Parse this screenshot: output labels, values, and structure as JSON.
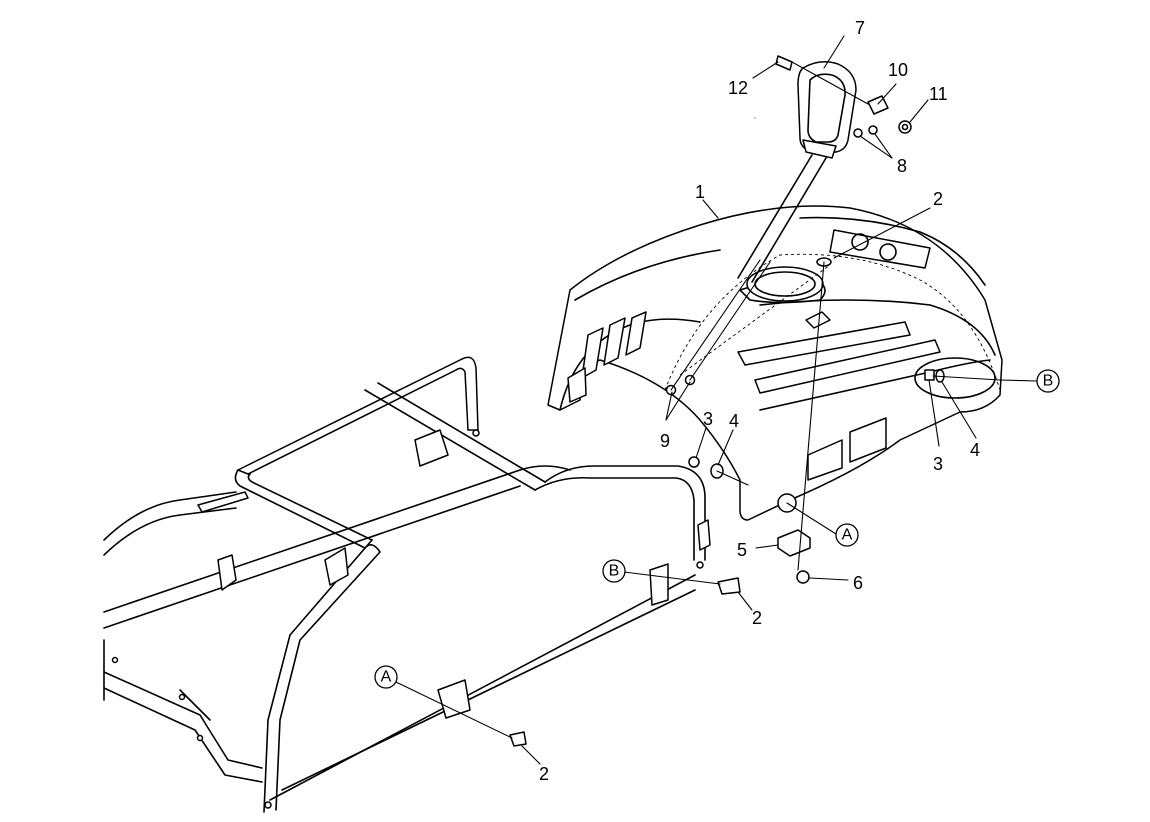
{
  "callouts": {
    "c1": "1",
    "c2_top": "2",
    "c2_b": "2",
    "c2_a": "2",
    "c3_left": "3",
    "c3_right": "3",
    "c4_left": "4",
    "c4_right": "4",
    "c5": "5",
    "c6": "6",
    "c7": "7",
    "c8": "8",
    "c9": "9",
    "c10": "10",
    "c11": "11",
    "c12": "12"
  },
  "reference_markers": {
    "a_right": "A",
    "a_left": "A",
    "b_right": "B",
    "b_left": "B"
  }
}
